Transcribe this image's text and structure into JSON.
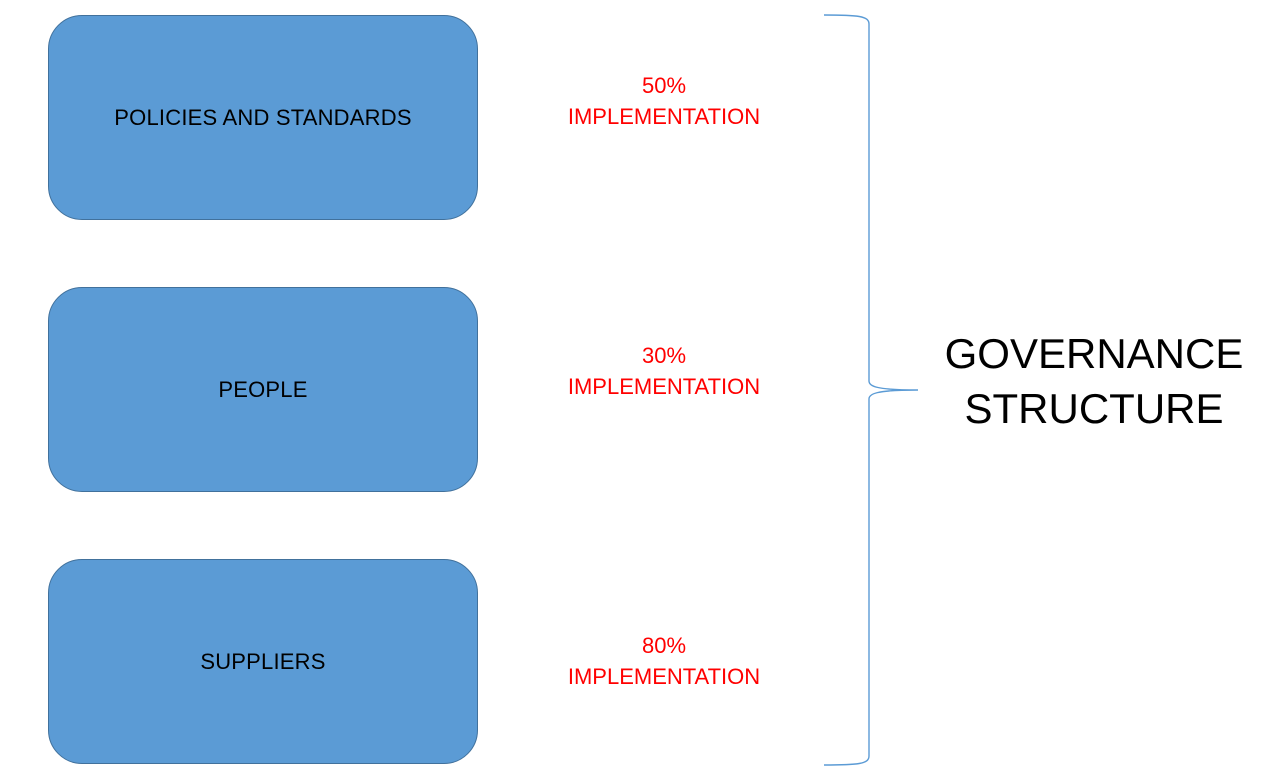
{
  "categories": [
    {
      "label": "POLICIES AND STANDARDS",
      "percent": "50%",
      "status": "IMPLEMENTATION"
    },
    {
      "label": "PEOPLE",
      "percent": "30%",
      "status": "IMPLEMENTATION"
    },
    {
      "label": "SUPPLIERS",
      "percent": "80%",
      "status": "IMPLEMENTATION"
    }
  ],
  "title": {
    "line1": "GOVERNANCE",
    "line2": "STRUCTURE"
  },
  "colors": {
    "box_fill": "#5b9bd5",
    "box_border": "#41719c",
    "status_text": "#ff0000",
    "brace": "#5b9bd5"
  }
}
